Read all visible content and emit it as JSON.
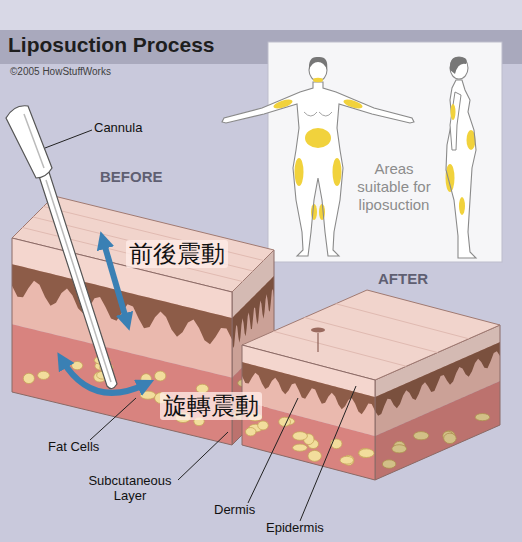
{
  "diagram": {
    "title": "Liposuction Process",
    "nodes": [
      {
        "text": [
          "Areas suitable for liposuction"
        ]
      }
    ],
    "labels": [
      "©2005 HowStuffWorks",
      "Cannula",
      "BEFORE",
      "AFTER",
      "前後震動",
      "旋轉震動",
      "Fat Cells",
      "Subcutaneous Layer",
      "Dermis",
      "Epidermis"
    ]
  }
}
